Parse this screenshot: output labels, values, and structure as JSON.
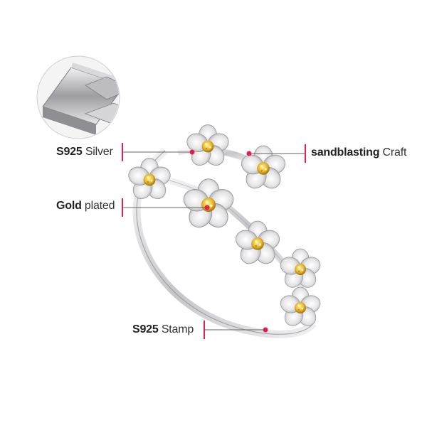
{
  "callouts": {
    "silver": {
      "strong": "S925",
      "rest": " Silver"
    },
    "gold": {
      "strong": "Gold",
      "rest": " plated"
    },
    "stamp": {
      "strong": "S925",
      "rest": " Stamp"
    },
    "sand": {
      "strong": "sandblasting",
      "rest": " Craft"
    }
  },
  "colors": {
    "accent": "#e0204e",
    "silver": "#e6e6e8",
    "gold": "#e8b72a",
    "background": "#ffffff"
  }
}
